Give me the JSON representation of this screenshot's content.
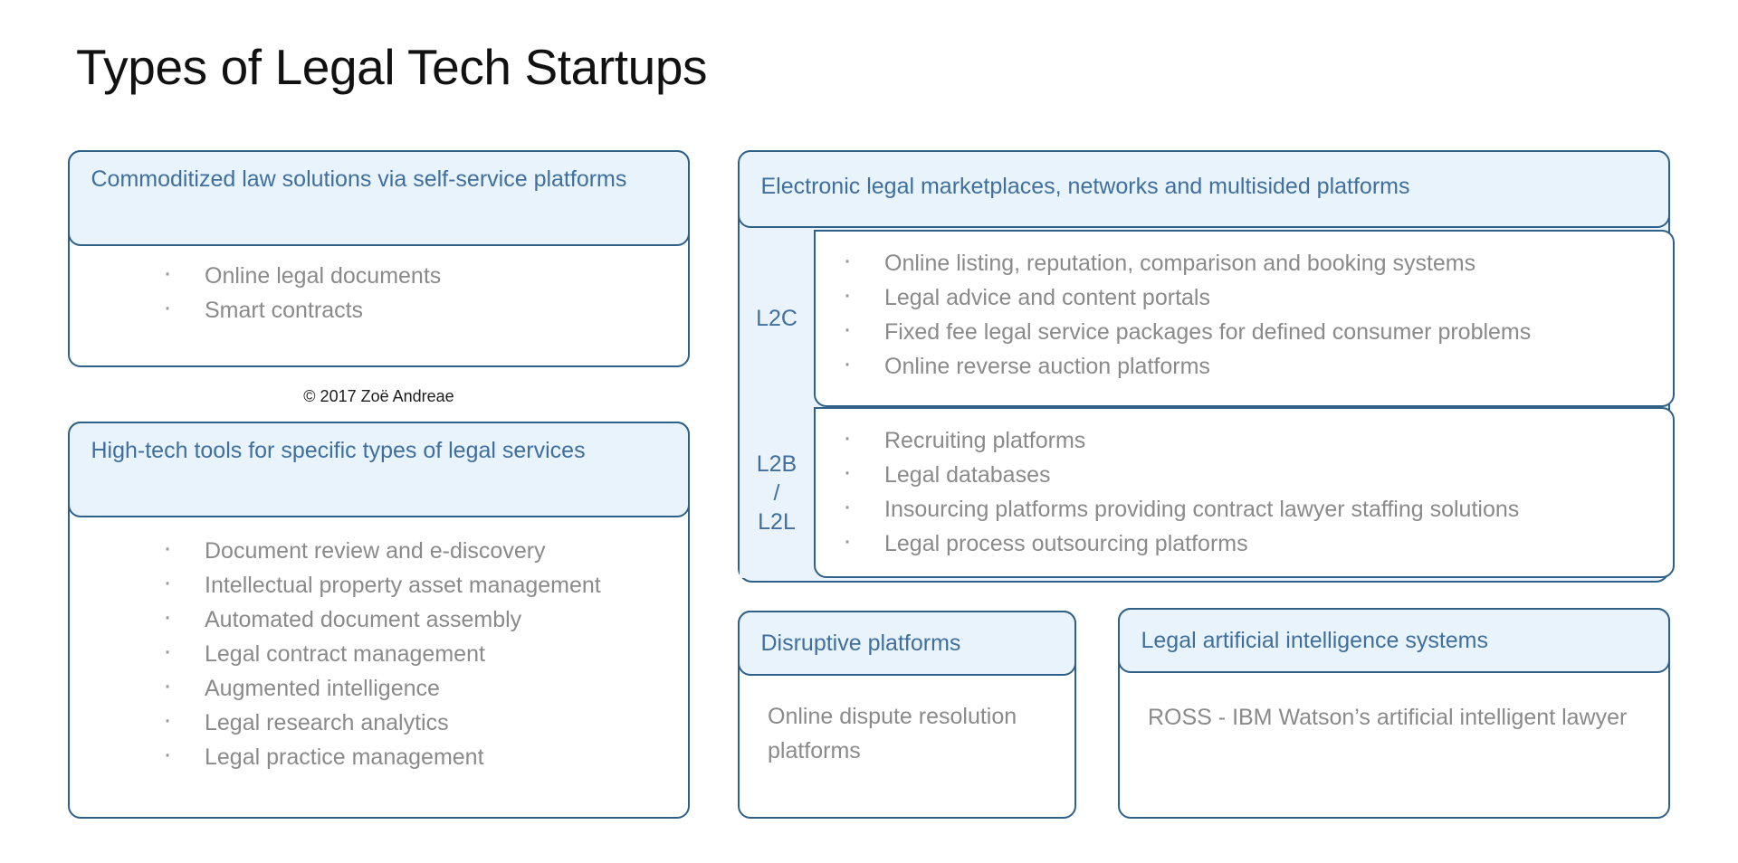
{
  "title": "Types of Legal Tech Startups",
  "copyright": "© 2017 Zoë Andreae",
  "colors": {
    "border": "#2f6087",
    "header_fill": "#e9f3fc",
    "header_text": "#3f6f9e",
    "body_text": "#8a8a8a",
    "title_text": "#111111",
    "page_background": "#ffffff"
  },
  "left_column": {
    "commoditized": {
      "header": "Commoditized law solutions via self-service platforms",
      "items": [
        "Online legal documents",
        "Smart contracts"
      ]
    },
    "hightech": {
      "header": "High-tech tools for specific types of legal services",
      "items": [
        "Document review and e-discovery",
        "Intellectual property asset management",
        "Automated document assembly",
        "Legal contract management",
        "Augmented intelligence",
        "Legal research analytics",
        "Legal practice management"
      ]
    }
  },
  "right_column": {
    "marketplaces": {
      "header": "Electronic legal marketplaces, networks and multisided platforms",
      "rows": [
        {
          "label": "L2C",
          "label_lines": [
            "L2C"
          ],
          "items": [
            "Online listing, reputation, comparison and booking systems",
            "Legal advice and content portals",
            "Fixed fee legal service packages for defined consumer problems",
            "Online reverse auction platforms"
          ]
        },
        {
          "label": "L2B / L2L",
          "label_lines": [
            "L2B",
            "/",
            "L2L"
          ],
          "items": [
            "Recruiting platforms",
            "Legal databases",
            "Insourcing platforms providing contract lawyer staffing solutions",
            "Legal process outsourcing platforms"
          ]
        }
      ]
    },
    "disruptive": {
      "header": "Disruptive platforms",
      "text": "Online dispute resolution platforms"
    },
    "ai": {
      "header": "Legal artificial intelligence systems",
      "text": "ROSS - IBM Watson’s artificial intelligent lawyer"
    }
  }
}
